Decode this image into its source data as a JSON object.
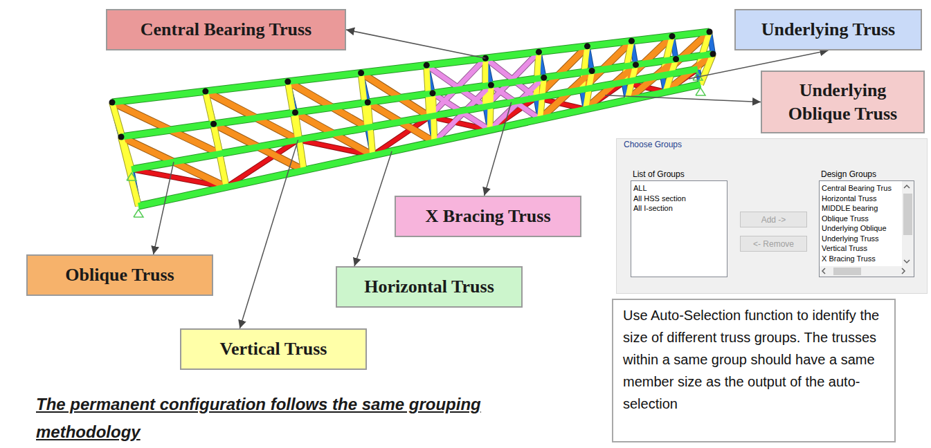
{
  "diagram": {
    "nodes": [
      {
        "text": [
          "Central Bearing Truss"
        ]
      },
      {
        "text": [
          "Underlying Truss"
        ]
      },
      {
        "text": [
          "Underlying Oblique Truss"
        ]
      },
      {
        "text": [
          "X Bracing Truss"
        ]
      },
      {
        "text": [
          "Oblique Truss"
        ]
      },
      {
        "text": [
          "Horizontal Truss"
        ]
      },
      {
        "text": [
          "Vertical Truss"
        ]
      },
      {
        "text": [
          "Choose Groups"
        ]
      },
      {
        "text": [
          "List of Groups",
          "ALL",
          "All HSS section",
          "All I-section"
        ],
        "in": 7
      },
      {
        "text": [
          "Add ->"
        ],
        "in": 7
      },
      {
        "text": [
          "<- Remove"
        ],
        "in": 7
      },
      {
        "text": [
          "Design Groups",
          "Central Bearing Trus",
          "Horizontal Truss",
          "MIDDLE bearing",
          "Oblique Truss",
          "Underlying Oblique",
          "Underlying Truss",
          "Vertical Truss",
          "X Bracing Truss"
        ],
        "in": 7
      },
      {
        "text": [
          "Use Auto-Selection function to identify the size of different truss groups. The trusses within a same group should have a same member size as the output of the auto-selection"
        ]
      }
    ],
    "labels": [
      "The permanent configuration follows the same grouping methodology"
    ]
  }
}
